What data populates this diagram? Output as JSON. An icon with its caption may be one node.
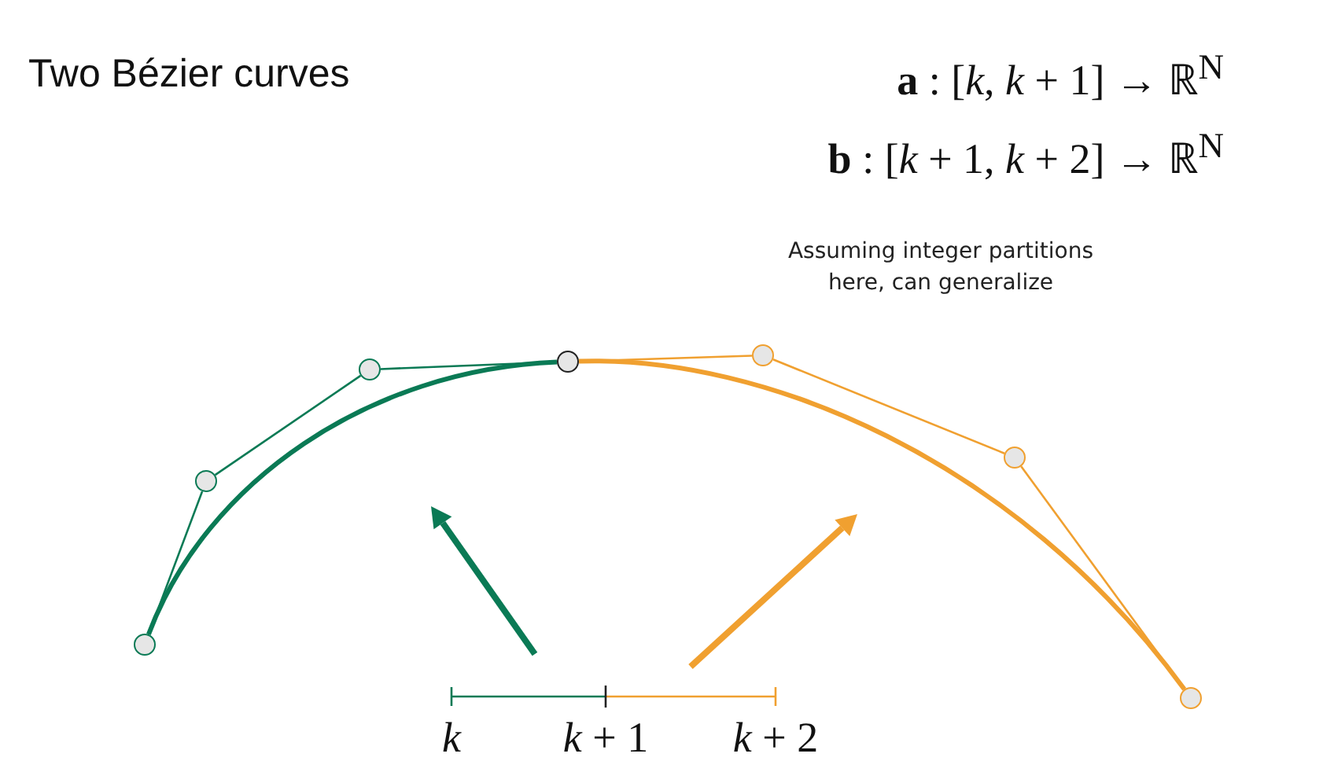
{
  "diagram": {
    "title": "Two Bézier curves",
    "nodes": [
      {
        "text": [],
        "shape": "circle"
      },
      {
        "text": [],
        "shape": "circle"
      },
      {
        "text": [],
        "shape": "circle"
      },
      {
        "text": [],
        "shape": "circle"
      },
      {
        "text": [],
        "shape": "circle"
      },
      {
        "text": [],
        "shape": "circle"
      },
      {
        "text": [],
        "shape": "circle"
      }
    ],
    "edges": [
      {
        "from": 0,
        "to": 1,
        "arrow": "none",
        "color": "#0a7a55"
      },
      {
        "from": 1,
        "to": 2,
        "arrow": "none",
        "color": "#0a7a55"
      },
      {
        "from": 2,
        "to": 3,
        "arrow": "none",
        "color": "#0a7a55"
      },
      {
        "from": 3,
        "to": 4,
        "arrow": "none",
        "color": "#f0a030"
      },
      {
        "from": 4,
        "to": 5,
        "arrow": "none",
        "color": "#f0a030"
      },
      {
        "from": 5,
        "to": 6,
        "arrow": "none",
        "color": "#f0a030"
      },
      {
        "from": 0,
        "to": 3,
        "arrow": "none",
        "style": "thick",
        "color": "#0a7a55"
      },
      {
        "from": 3,
        "to": 6,
        "arrow": "none",
        "style": "thick",
        "color": "#f0a030"
      }
    ],
    "labels": [
      "**a** : [*k*, *k* + 1] → ℝ$^{N}$",
      "**b** : [*k* + 1, *k* + 2] → ℝ$^{N}$",
      "Assuming integer partitions here, can generalize",
      "k",
      "*k* + 1",
      "*k* + 2"
    ]
  }
}
